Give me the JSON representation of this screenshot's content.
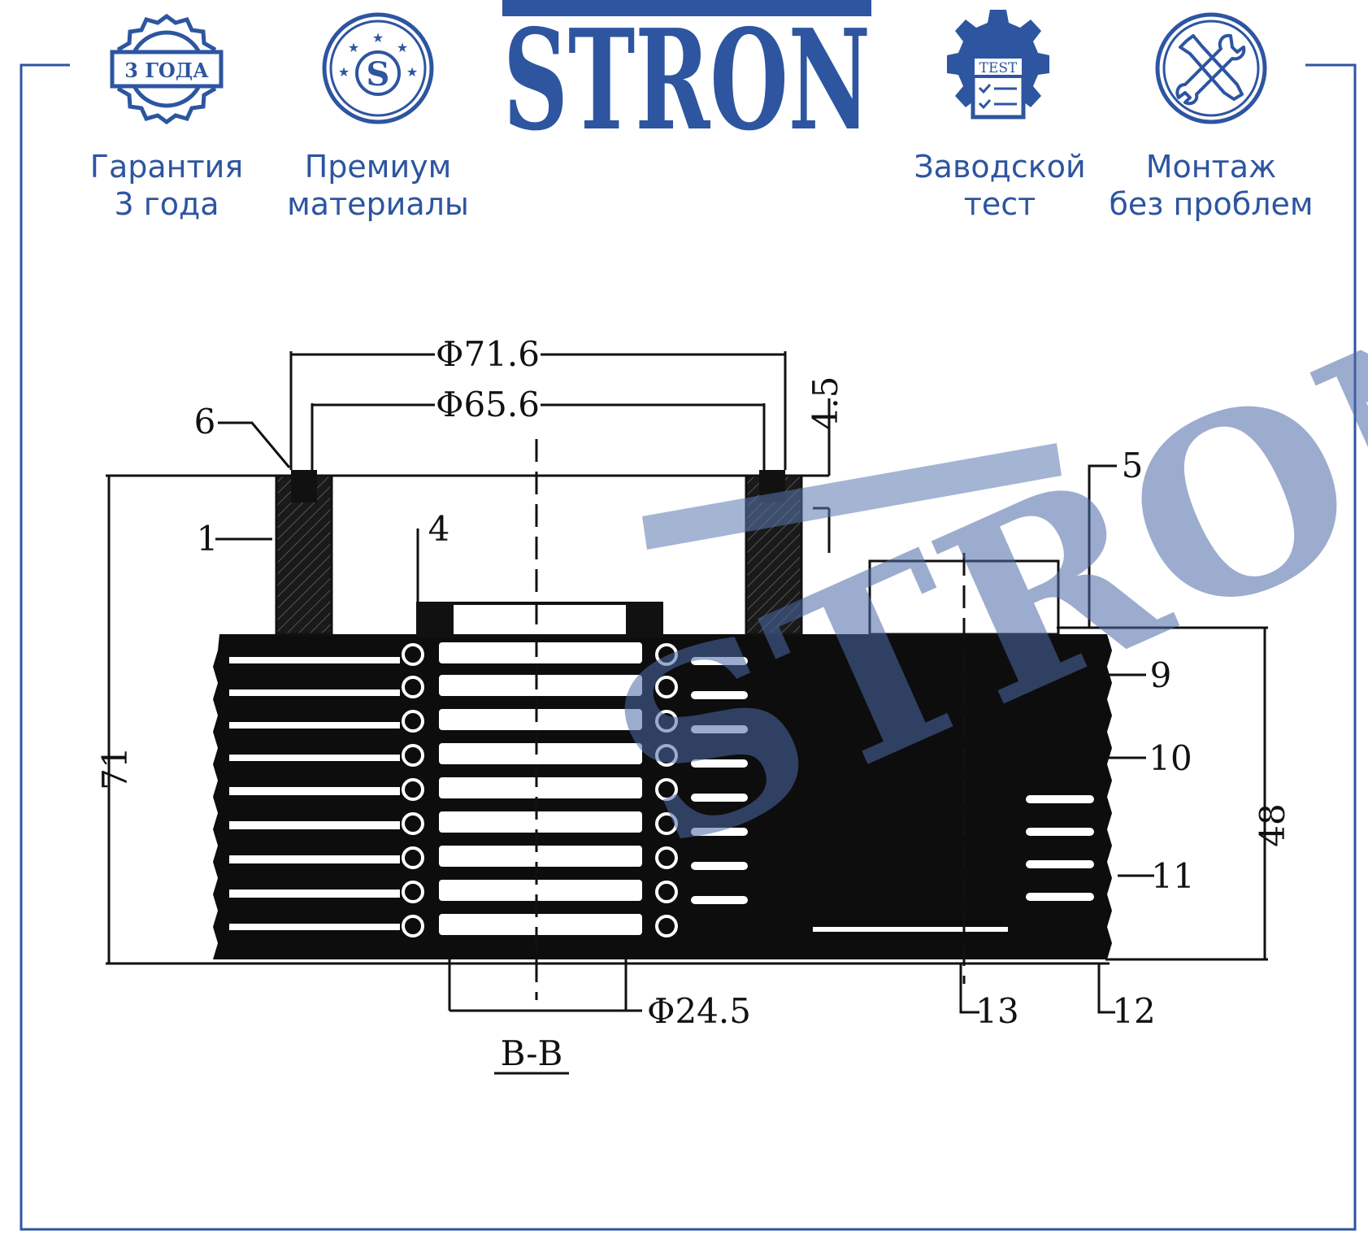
{
  "brand": {
    "logo_text": "STRON",
    "watermark_text": "STRON",
    "color": "#2d55a0"
  },
  "features": [
    {
      "icon": "warranty-seal-icon",
      "badge_text": "3 ГОДА",
      "line1": "Гарантия",
      "line2": "3 года"
    },
    {
      "icon": "premium-star-icon",
      "badge_text": "S",
      "line1": "Премиум",
      "line2": "материалы"
    },
    {
      "icon": "gear-test-icon",
      "badge_text": "TEST",
      "line1": "Заводской",
      "line2": "тест"
    },
    {
      "icon": "wrench-screwdriver-icon",
      "line1": "Монтаж",
      "line2": "без проблем"
    }
  ],
  "drawing": {
    "dim_outer": "Φ71.6",
    "dim_inner": "Φ65.6",
    "dim_bore": "Φ24.5",
    "dim_flange": "4.5",
    "dim_total_height": "71",
    "dim_core_height": "48",
    "section_label": "B-B",
    "callouts": [
      "1",
      "4",
      "5",
      "6",
      "9",
      "10",
      "11",
      "12",
      "13"
    ]
  }
}
